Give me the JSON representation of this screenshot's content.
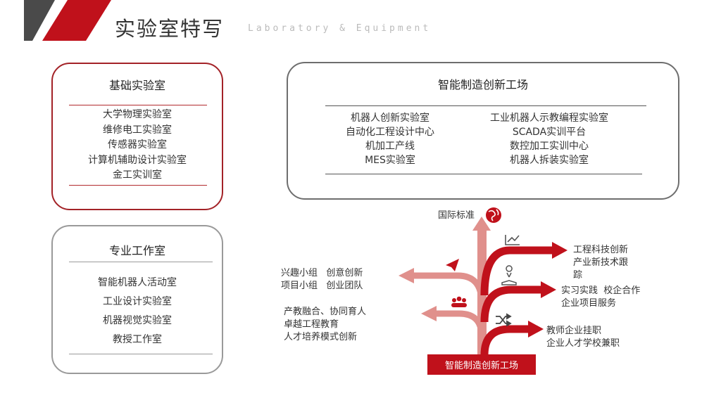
{
  "header": {
    "title": "实验室特写",
    "subtitle": "Laboratory & Equipment"
  },
  "basic_lab": {
    "title": "基础实验室",
    "items": [
      "大学物理实验室",
      "维修电工实验室",
      "传感器实验室",
      "计算机辅助设计实验室",
      "金工实训室"
    ]
  },
  "pro_studio": {
    "title": "专业工作室",
    "items": [
      "智能机器人活动室",
      "工业设计实验室",
      "机器视觉实验室",
      "教授工作室"
    ]
  },
  "smart_factory": {
    "title": "智能制造创新工场",
    "left": [
      "机器人创新实验室",
      "自动化工程设计中心",
      "机加工产线",
      "MES实验室"
    ],
    "right": [
      "工业机器人示教编程实验室",
      "SCADA实训平台",
      "数控加工实训中心",
      "机器人拆装实验室"
    ]
  },
  "tree": {
    "base_label": "智能制造创新工场",
    "top_label": "国际标准",
    "right": [
      [
        "工程科技创新",
        "产业新技术跟",
        "踪"
      ],
      [
        "实习实践  校企合作",
        "企业项目服务"
      ],
      [
        "教师企业挂职",
        "企业人才学校兼职"
      ]
    ],
    "left": [
      [
        "兴趣小组   创意创新",
        "项目小组   创业团队"
      ],
      [
        "产教融合、协同育人",
        "卓越工程教育",
        "人才培养模式创新"
      ]
    ]
  },
  "colors": {
    "accent": "#c0111b",
    "dark": "#4a4a4a",
    "pink": "#d9827e",
    "card_red_border": "#a32227",
    "card_grey_border": "#9a9a9a"
  },
  "icons": [
    "globe-icon",
    "line-chart-icon",
    "paper-plane-icon",
    "location-book-icon",
    "group-icon",
    "shuffle-icon"
  ]
}
